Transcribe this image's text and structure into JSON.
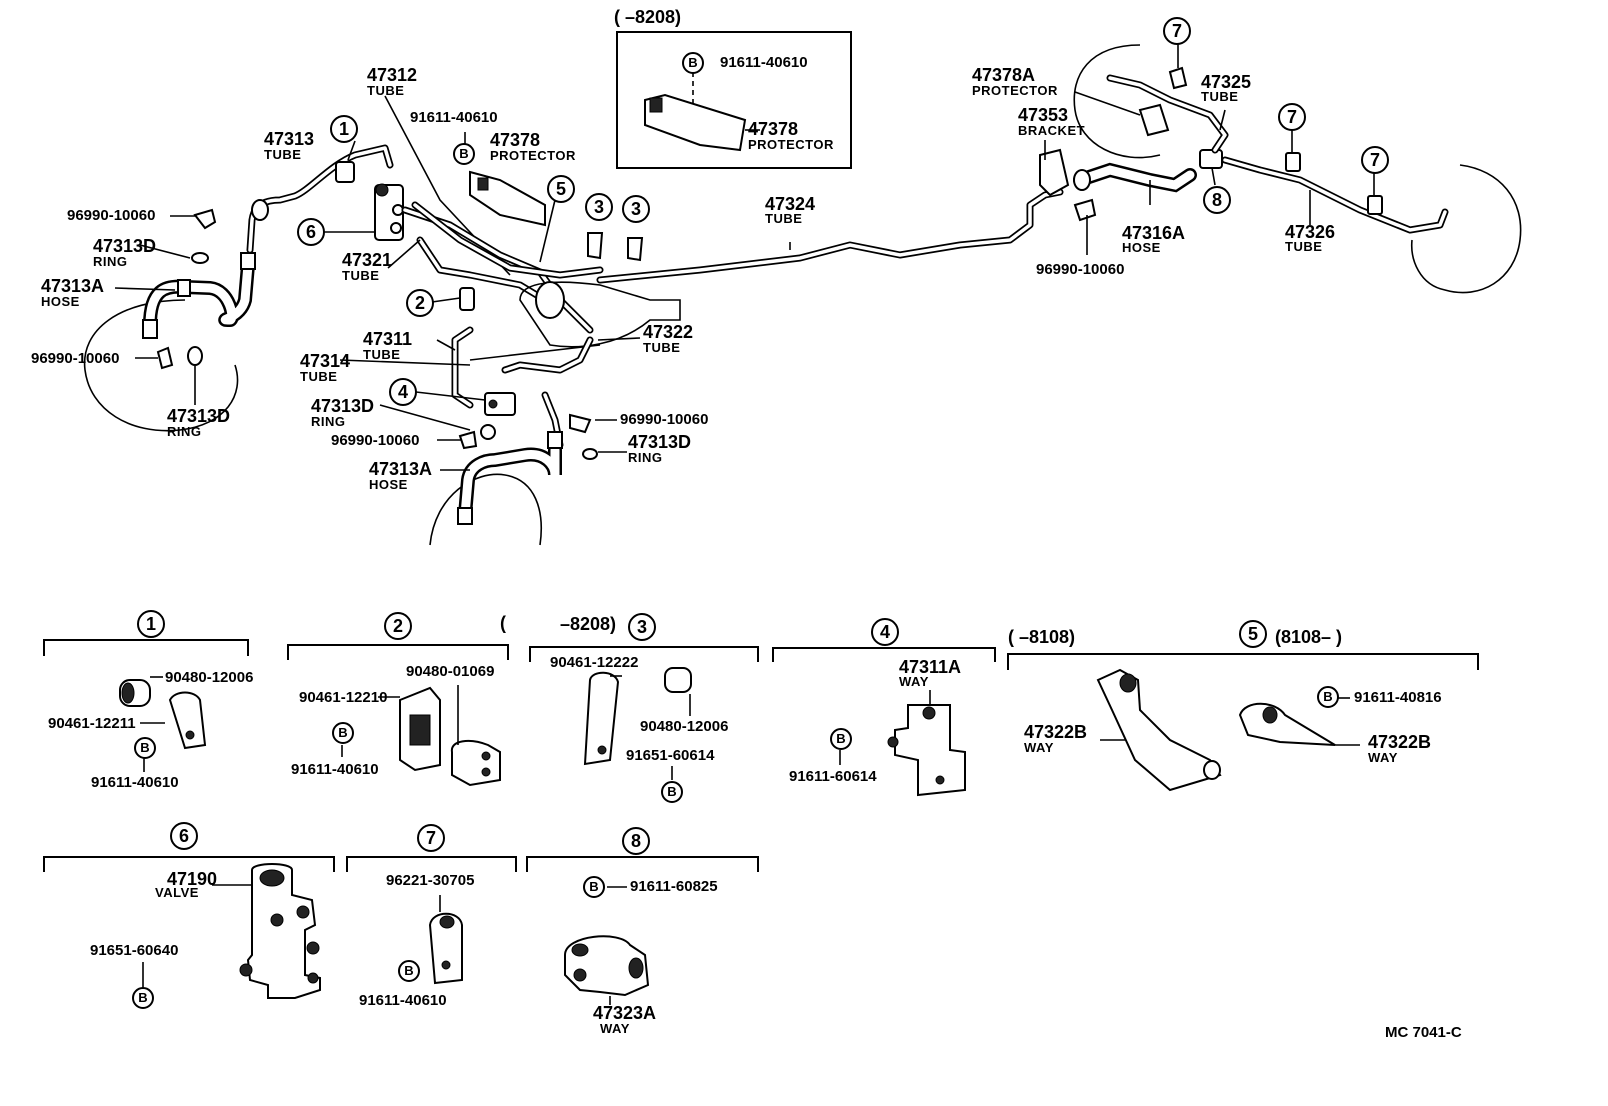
{
  "main_labels": {
    "l_47312": "47312",
    "l_47312_sub": "TUBE",
    "l_47313": "47313",
    "l_47313_sub": "TUBE",
    "l_91611_40610_top": "91611-40610",
    "l_47378": "47378",
    "l_47378_sub": "PROTECTOR",
    "l_96990_a": "96990-10060",
    "l_47313D_a": "47313D",
    "l_47313D_a_sub": "RING",
    "l_47313A_a": "47313A",
    "l_47313A_a_sub": "HOSE",
    "l_96990_b": "96990-10060",
    "l_47313D_b": "47313D",
    "l_47313D_b_sub": "RING",
    "l_47321": "47321",
    "l_47321_sub": "TUBE",
    "l_47311": "47311",
    "l_47311_sub": "TUBE",
    "l_47314": "47314",
    "l_47314_sub": "TUBE",
    "l_47313D_c": "47313D",
    "l_47313D_c_sub": "RING",
    "l_96990_c": "96990-10060",
    "l_47313A_b": "47313A",
    "l_47313A_b_sub": "HOSE",
    "l_47322": "47322",
    "l_47322_sub": "TUBE",
    "l_96990_d": "96990-10060",
    "l_47313D_d": "47313D",
    "l_47313D_d_sub": "RING",
    "l_47324": "47324",
    "l_47324_sub": "TUBE",
    "l_inset_range": "(        –8208)",
    "l_inset_bolt": "91611-40610",
    "l_inset_47378": "47378",
    "l_inset_47378_sub": "PROTECTOR",
    "l_47378A": "47378A",
    "l_47378A_sub": "PROTECTOR",
    "l_47353": "47353",
    "l_47353_sub": "BRACKET",
    "l_47325": "47325",
    "l_47325_sub": "TUBE",
    "l_47316A": "47316A",
    "l_47316A_sub": "HOSE",
    "l_96990_e": "96990-10060",
    "l_47326": "47326",
    "l_47326_sub": "TUBE"
  },
  "callouts": {
    "c1": "1",
    "c2": "2",
    "c3": "3",
    "c4": "4",
    "c5": "5",
    "c6": "6",
    "c7": "7",
    "c8": "8"
  },
  "bolt_letter": "B",
  "detail_groups": {
    "g1": {
      "num": "1",
      "p1": "90480-12006",
      "p2": "90461-12211",
      "p3": "91611-40610"
    },
    "g2": {
      "num": "2",
      "p1": "90480-01069",
      "p2": "90461-12210",
      "p3": "91611-40610",
      "paren": "("
    },
    "g3": {
      "num": "3",
      "range": "–8208)",
      "p1": "90461-12222",
      "p2": "90480-12006",
      "p3": "91651-60614"
    },
    "g4": {
      "num": "4",
      "p1": "47311A",
      "p1_sub": "WAY",
      "p2": "91611-60614"
    },
    "g5": {
      "num": "5",
      "range_left": "(      –8108)",
      "range_right": "(8108–        )",
      "p1": "47322B",
      "p1_sub": "WAY",
      "p2": "91611-40816",
      "p3": "47322B",
      "p3_sub": "WAY"
    },
    "g6": {
      "num": "6",
      "p1": "47190",
      "p1_sub": "VALVE",
      "p2": "91651-60640"
    },
    "g7": {
      "num": "7",
      "p1": "96221-30705",
      "p2": "91611-40610"
    },
    "g8": {
      "num": "8",
      "p1": "91611-60825",
      "p2": "47323A",
      "p2_sub": "WAY"
    }
  },
  "catalog_code": "MC  7041-C"
}
